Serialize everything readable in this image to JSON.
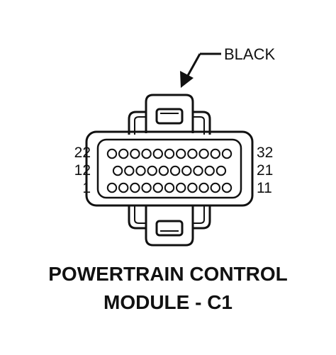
{
  "callout": {
    "text": "BLACK"
  },
  "pin_labels": {
    "left": [
      "22",
      "12",
      "1"
    ],
    "right": [
      "32",
      "21",
      "11"
    ]
  },
  "connector": {
    "rows": [
      {
        "count": 11
      },
      {
        "count": 10
      },
      {
        "count": 11
      }
    ],
    "color": "#111111"
  },
  "title": {
    "line1": "POWERTRAIN CONTROL",
    "line2": "MODULE - C1"
  }
}
